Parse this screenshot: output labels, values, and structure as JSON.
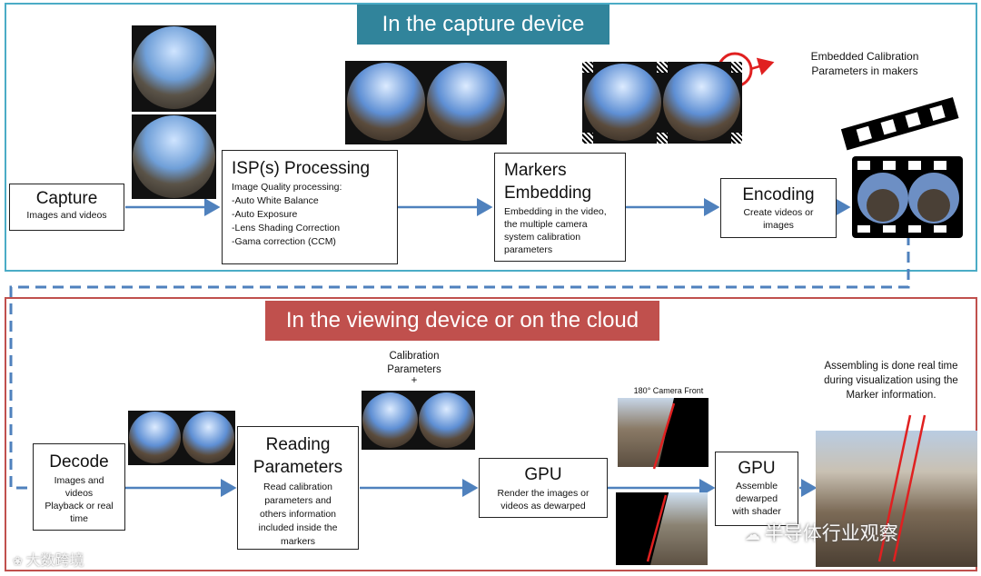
{
  "top": {
    "title": "In the capture device",
    "capture": {
      "title": "Capture",
      "sub": "Images and videos"
    },
    "isp": {
      "title": "ISP(s) Processing",
      "lines": [
        "Image Quality processing:",
        "-Auto White Balance",
        "-Auto Exposure",
        "-Lens Shading Correction",
        "-Gama correction (CCM)"
      ]
    },
    "markers": {
      "title1": "Markers",
      "title2": "Embedding",
      "lines": [
        "Embedding in the video,",
        "the multiple camera",
        "system calibration",
        "parameters"
      ]
    },
    "encoding": {
      "title": "Encoding",
      "lines": [
        "Create videos or",
        "images"
      ]
    },
    "embedded_note": [
      "Embedded Calibration",
      "Parameters in makers"
    ]
  },
  "bottom": {
    "title": "In the viewing device or on the cloud",
    "decode": {
      "title": "Decode",
      "lines": [
        "Images and",
        "videos",
        "Playback or real",
        "time"
      ]
    },
    "reading": {
      "title1": "Reading",
      "title2": "Parameters",
      "lines": [
        "Read calibration",
        "parameters and",
        "others information",
        "included inside the",
        "markers"
      ]
    },
    "calib_note": [
      "Calibration",
      "Parameters",
      "+"
    ],
    "gpu1": {
      "title": "GPU",
      "lines": [
        "Render the images or",
        "videos as dewarped"
      ]
    },
    "camera_front": "180° Camera Front",
    "gpu2": {
      "title": "GPU",
      "lines": [
        "Assemble",
        "dewarped",
        "with shader"
      ]
    },
    "assemble_note": [
      "Assembling is done real time",
      "during visualization using the",
      "Marker information."
    ]
  },
  "watermarks": {
    "left": "大数跨境",
    "right": "半导体行业观察"
  },
  "colors": {
    "top_frame": "#4bacc6",
    "top_banner": "#31849b",
    "bottom_frame": "#c0504d",
    "bottom_banner": "#c0504d",
    "arrow": "#4f81bd",
    "marker_red": "#e02020"
  }
}
